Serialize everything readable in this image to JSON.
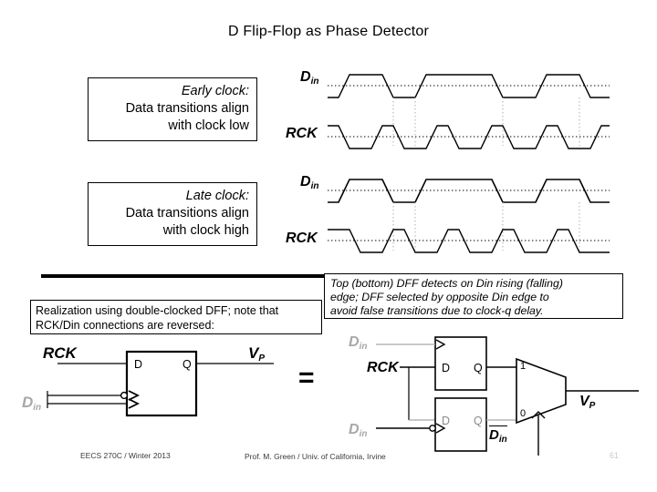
{
  "slide": {
    "title": "D Flip-Flop as Phase Detector"
  },
  "callouts": {
    "early": {
      "emphasis": "Early clock:",
      "line1": "Data transitions align",
      "line2": "with clock low"
    },
    "late": {
      "emphasis": "Late clock:",
      "line1": "Data transitions align",
      "line2": "with clock high"
    },
    "realization": {
      "line1": "Realization using double-clocked DFF; note that",
      "line2": "RCK/Din connections are reversed:"
    },
    "dff_note": {
      "line1": "Top (bottom) DFF detects on Din rising (falling)",
      "line2": "edge; DFF selected by opposite Din edge to",
      "line3": "avoid false transitions due to clock-q delay."
    }
  },
  "waveforms": {
    "early_group": {
      "din_label": "D",
      "din_sub": "in",
      "rck_label": "RCK"
    },
    "late_group": {
      "din_label": "D",
      "din_sub": "in",
      "rck_label": "RCK"
    }
  },
  "circuit_left": {
    "rck_label": "RCK",
    "din_label": "D",
    "din_sub": "in",
    "vp_label": "V",
    "vp_sub": "P",
    "pin_d": "D",
    "pin_q": "Q"
  },
  "equals": "=",
  "circuit_right": {
    "din_label_top": "D",
    "din_sub_top": "in",
    "rck_label": "RCK",
    "din_label_bottom": "D",
    "din_sub_bottom": "in",
    "din_select_label": "D",
    "din_select_sub": "in",
    "vp_label": "V",
    "vp_sub": "P",
    "pin_d": "D",
    "pin_q": "Q",
    "mux_in_high": "1",
    "mux_in_low": "0"
  },
  "footer": {
    "left": "EECS 270C / Winter 2013",
    "center": "Prof. M. Green / Univ. of California, Irvine",
    "page": "61"
  },
  "colors": {
    "ink": "#000000",
    "grey_signal": "#a8a8a8",
    "footer_text": "#3a3a3a"
  }
}
